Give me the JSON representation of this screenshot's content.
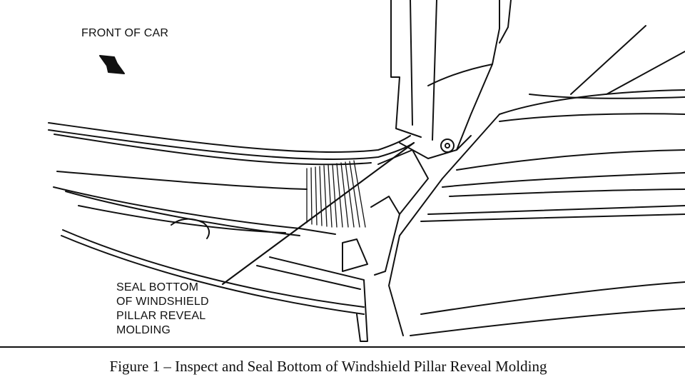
{
  "labels": {
    "front_of_car": "FRONT OF CAR",
    "callout_lines": [
      "SEAL BOTTOM",
      "OF WINDSHIELD",
      "PILLAR REVEAL",
      "MOLDING"
    ]
  },
  "caption": "Figure 1 – Inspect and Seal Bottom of Windshield Pillar Reveal Molding",
  "colors": {
    "ink": "#111111",
    "paper": "#ffffff"
  },
  "icons": {
    "direction_arrow": "arrow-down-right-icon"
  }
}
